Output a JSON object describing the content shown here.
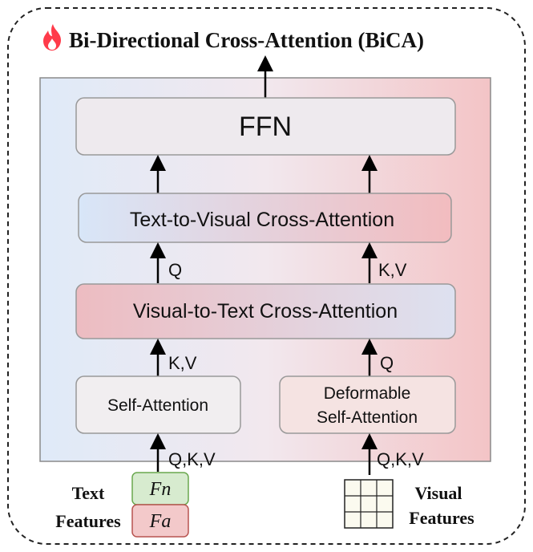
{
  "title": "Bi-Directional Cross-Attention (BiCA)",
  "icon": "fire-icon",
  "blocks": {
    "ffn": "FFN",
    "text_to_visual": "Text-to-Visual Cross-Attention",
    "visual_to_text": "Visual-to-Text Cross-Attention",
    "self_attention": "Self-Attention",
    "deformable_line1": "Deformable",
    "deformable_line2": "Self-Attention"
  },
  "edge_labels": {
    "t2v_from_v2t_left": "Q",
    "t2v_from_v2t_right": "K,V",
    "v2t_from_self": "K,V",
    "v2t_from_deformable": "Q",
    "self_input": "Q,K,V",
    "deformable_input": "Q,K,V"
  },
  "inputs": {
    "text_line1": "Text",
    "text_line2": "Features",
    "fn": "Fn",
    "fa": "Fa",
    "visual_line1": "Visual",
    "visual_line2": "Features"
  },
  "colors": {
    "blue": "#dce8f8",
    "pink": "#f3c2c4",
    "green_box": "#d7ebcf",
    "green_border": "#6aa84f",
    "red_box": "#f3c9ca",
    "red_border": "#b85450",
    "fire": "#ff3b4a"
  }
}
